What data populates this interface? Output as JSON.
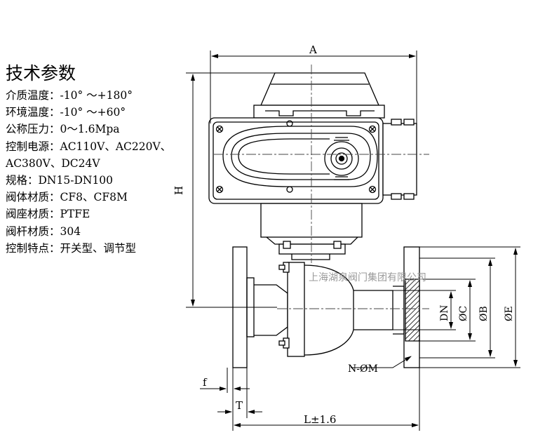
{
  "specs": {
    "title": "技术参数",
    "rows": [
      "介质温度：-10° ～+180°",
      "环境温度：-10° ～+60°",
      "公称压力：0～1.6Mpa",
      "控制电源：AC110V、AC220V、",
      "AC380V、DC24V",
      "规格：DN15-DN100",
      "阀体材质：CF8、CF8M",
      "阀座材质：PTFE",
      "阀杆材质：304",
      "控制特点：开关型、调节型"
    ]
  },
  "drawing": {
    "dims": {
      "A": "A",
      "H": "H",
      "L": "L±1.6",
      "f": "f",
      "T": "T",
      "DN": "DN",
      "C": "ØC",
      "B": "ØB",
      "E": "ØE",
      "bolts": "N-ØM"
    },
    "watermark": "上海湖泉阀门集团有限公司"
  },
  "colors": {
    "line": "#000000",
    "centerline": "#444444",
    "watermark": "#9a9a9a"
  }
}
